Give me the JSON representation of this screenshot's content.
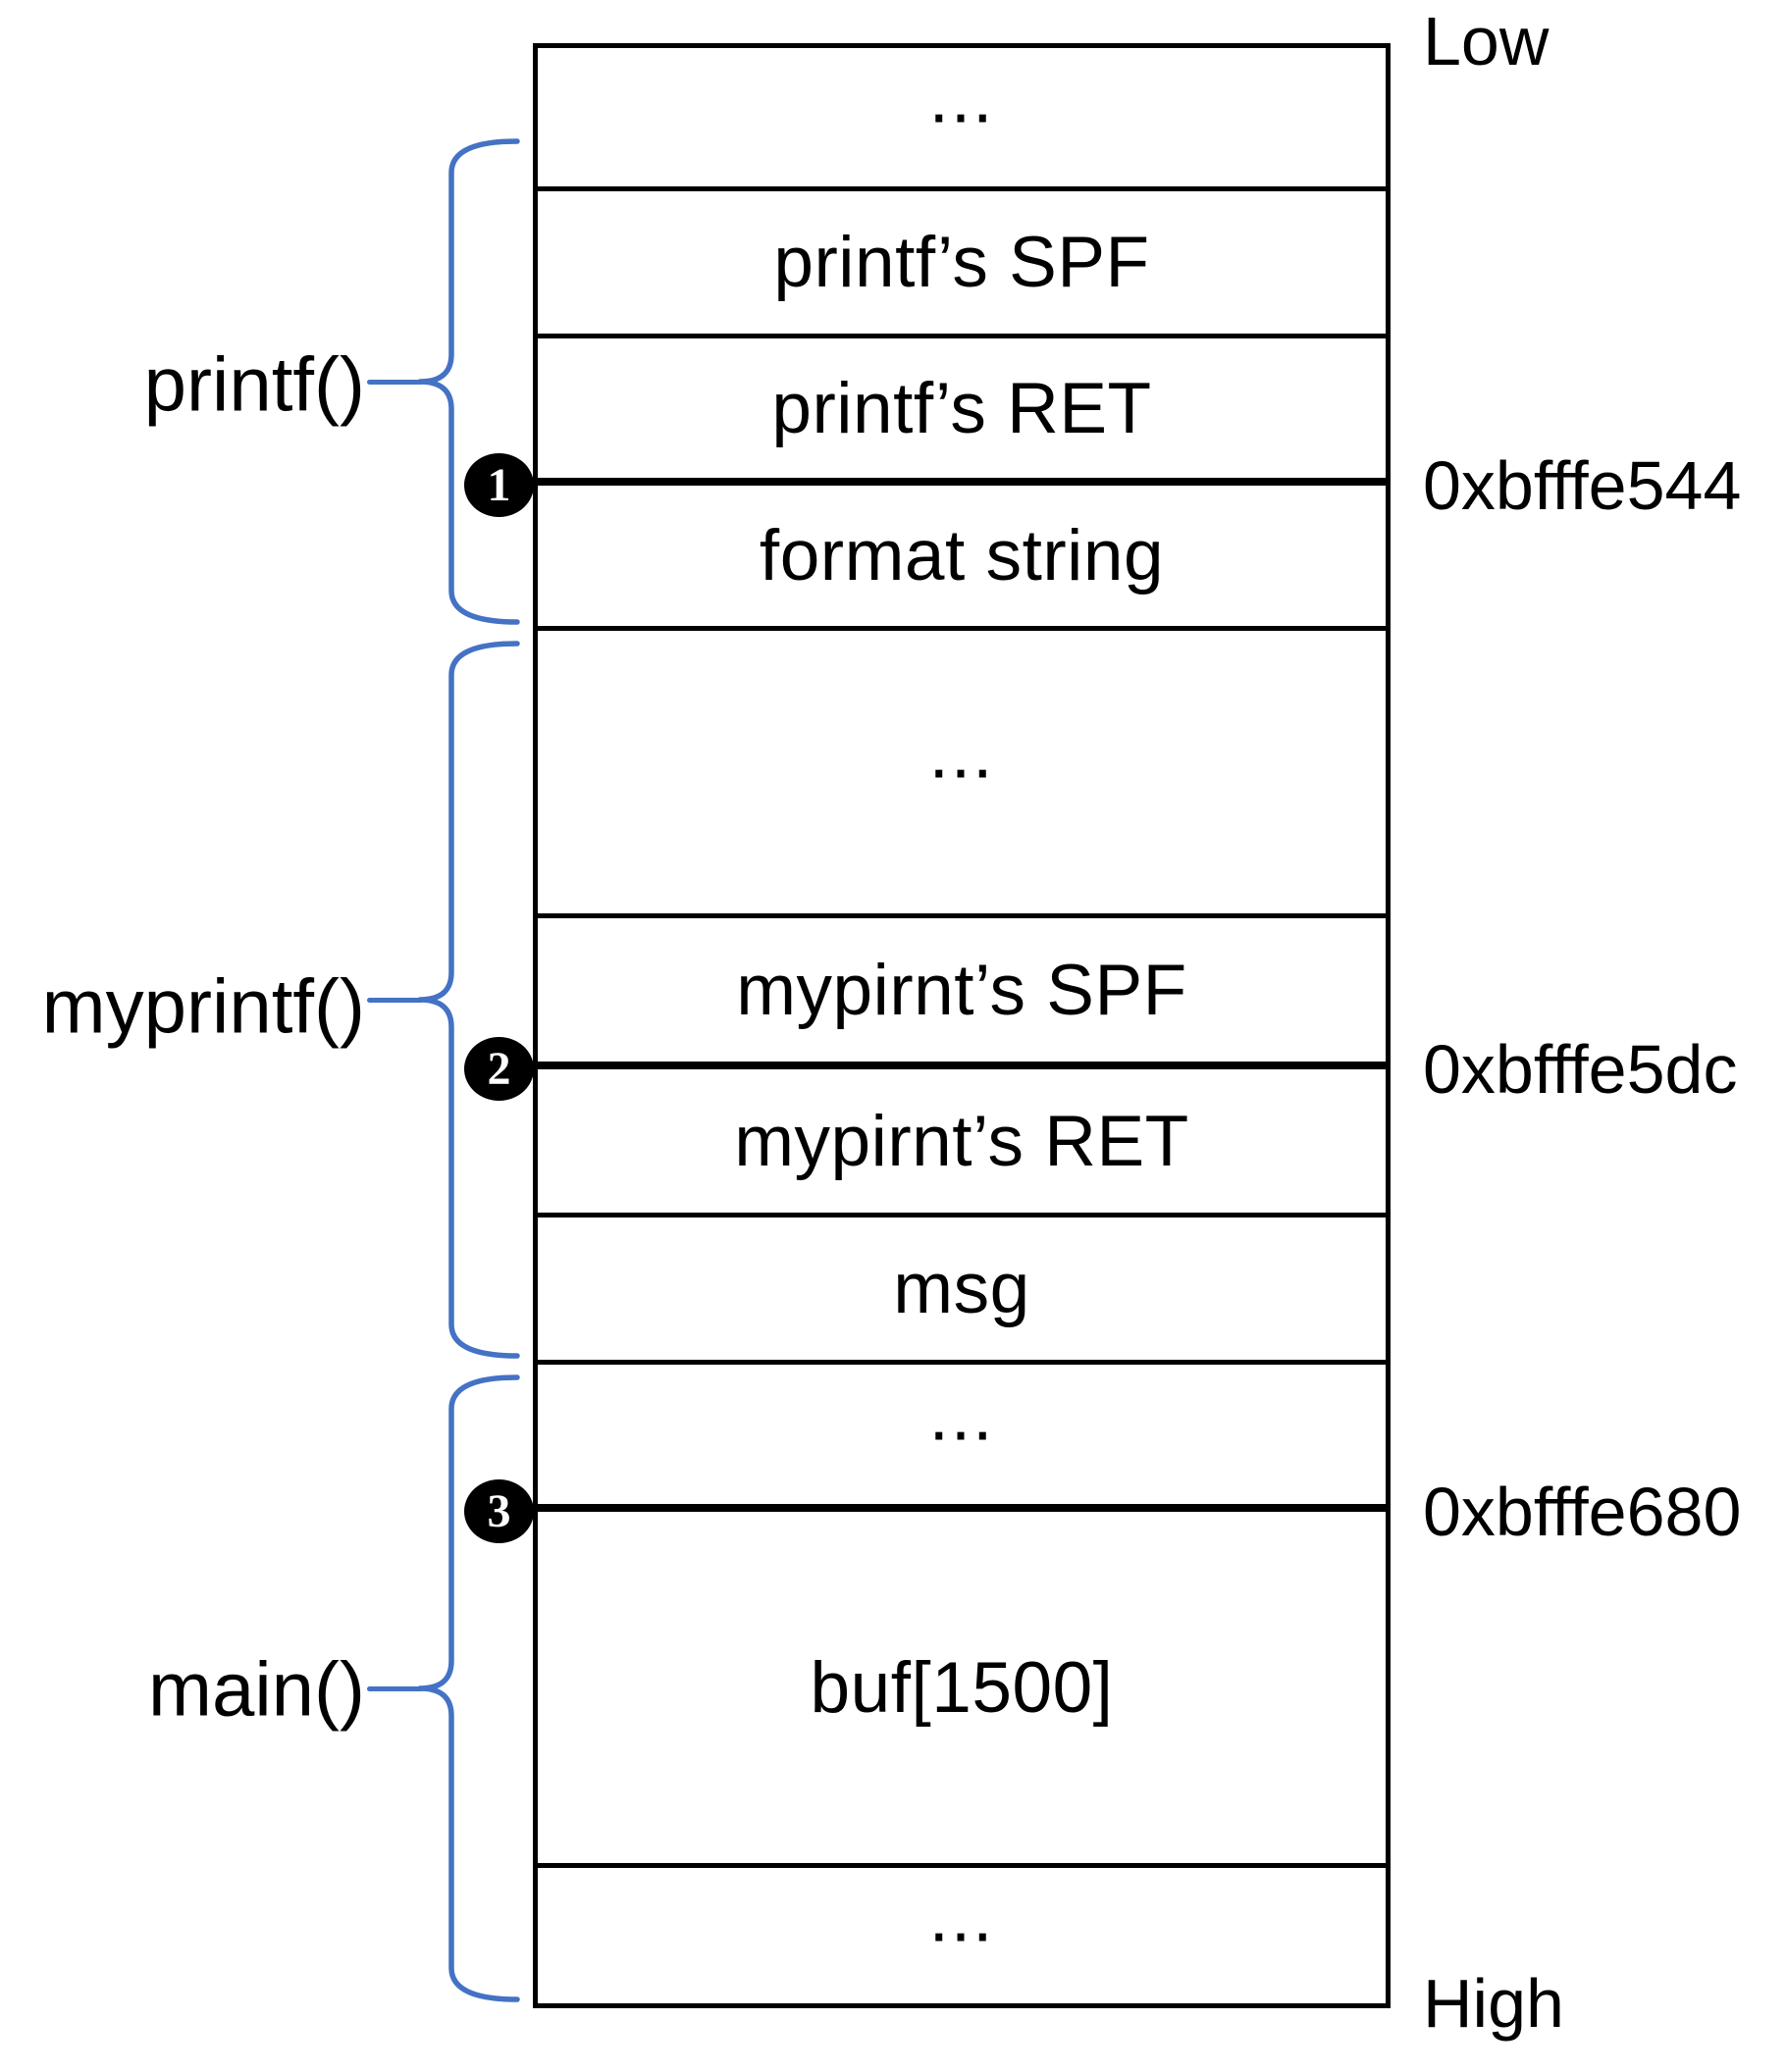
{
  "colors": {
    "brace_blue": "#4472C4",
    "line_black": "#000000"
  },
  "memory_labels": {
    "low": "Low",
    "high": "High"
  },
  "addresses": [
    {
      "value": "0xbfffe544"
    },
    {
      "value": "0xbfffe5dc"
    },
    {
      "value": "0xbfffe680"
    }
  ],
  "function_brackets": [
    {
      "label": "printf()",
      "marker": "1"
    },
    {
      "label": "myprintf()",
      "marker": "2"
    },
    {
      "label": "main()",
      "marker": "3"
    }
  ],
  "stack_cells": [
    "...",
    "printf’s SPF",
    "printf’s RET",
    "format string",
    "...",
    "mypirnt’s SPF",
    "mypirnt’s RET",
    "msg",
    "...",
    "buf[1500]",
    "..."
  ]
}
